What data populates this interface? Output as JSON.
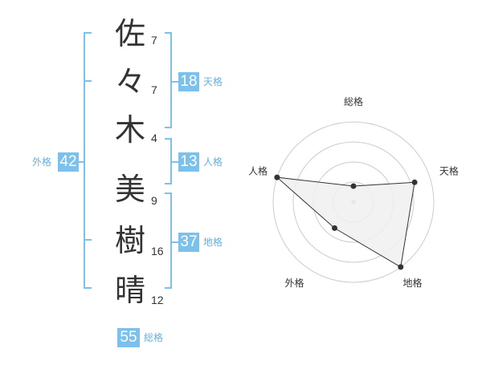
{
  "characters": [
    {
      "char": "佐",
      "strokes": "7"
    },
    {
      "char": "々",
      "strokes": "7"
    },
    {
      "char": "木",
      "strokes": "4"
    },
    {
      "char": "美",
      "strokes": "9"
    },
    {
      "char": "樹",
      "strokes": "16"
    },
    {
      "char": "晴",
      "strokes": "12"
    }
  ],
  "kaku": {
    "tenkaku": {
      "value": "18",
      "label": "天格"
    },
    "jinkaku": {
      "value": "13",
      "label": "人格"
    },
    "chikaku": {
      "value": "37",
      "label": "地格"
    },
    "gaikaku": {
      "value": "42",
      "label": "外格"
    },
    "soukaku": {
      "value": "55",
      "label": "総格"
    }
  },
  "chart_data": {
    "type": "radar",
    "axes": [
      "総格",
      "天格",
      "地格",
      "外格",
      "人格"
    ],
    "rings": 4,
    "values": [
      1,
      4,
      5,
      2,
      5
    ],
    "max": 5,
    "colors": {
      "fill": "#f0f0f0",
      "stroke": "#333333",
      "point": "#333333",
      "ring": "#cccccc",
      "center": "#bbbbbb"
    }
  },
  "colors": {
    "accent": "#7cc0ec",
    "label": "#62b0e6",
    "text": "#333333"
  }
}
